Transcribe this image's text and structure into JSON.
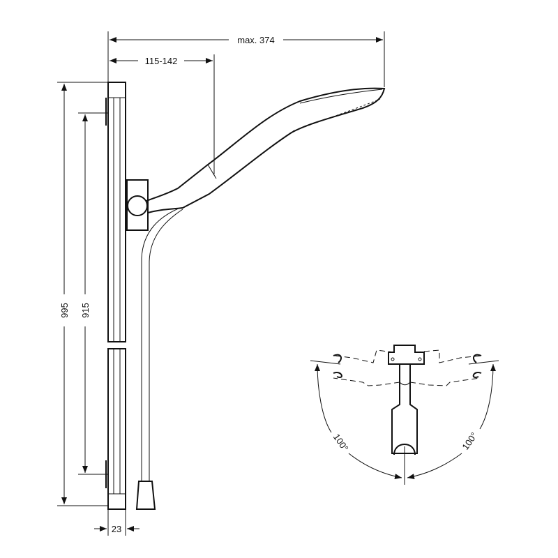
{
  "dimensions": {
    "max_reach": "max. 374",
    "holder_reach": "115-142",
    "total_height": "995",
    "bar_height": "915",
    "bar_width": "23",
    "swivel_left": "100°",
    "swivel_right": "100°"
  },
  "colors": {
    "line": "#111111",
    "background": "#ffffff"
  }
}
